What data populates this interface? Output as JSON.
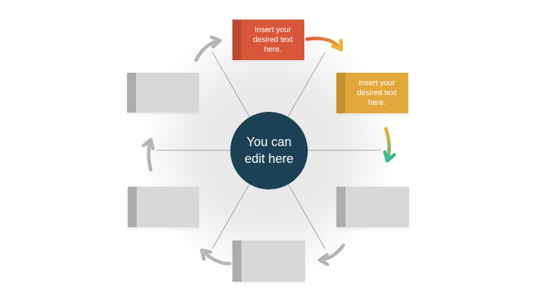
{
  "diagram": {
    "type": "radial-cycle",
    "center": {
      "line1": "You can",
      "line2": "edit here"
    },
    "nodes": [
      {
        "position": "top",
        "label": "Insert your desired text here.",
        "style": "red"
      },
      {
        "position": "upper-right",
        "label": "Insert your desired text here.",
        "style": "yellow"
      },
      {
        "position": "lower-right",
        "label": "",
        "style": "gray-placeholder"
      },
      {
        "position": "bottom",
        "label": "",
        "style": "gray-placeholder"
      },
      {
        "position": "lower-left",
        "label": "",
        "style": "gray-placeholder"
      },
      {
        "position": "upper-left",
        "label": "",
        "style": "gray-placeholder"
      }
    ],
    "arrows": [
      {
        "between": "upper-left to top",
        "direction": "clockwise",
        "color": "gray"
      },
      {
        "between": "top to upper-right",
        "direction": "clockwise",
        "color": "orange-to-yellow"
      },
      {
        "between": "upper-right to lower-right",
        "direction": "clockwise",
        "color": "yellow-to-teal"
      },
      {
        "between": "lower-right to bottom",
        "direction": "clockwise",
        "color": "gray"
      },
      {
        "between": "bottom to lower-left",
        "direction": "clockwise",
        "color": "gray"
      },
      {
        "between": "lower-left to upper-left",
        "direction": "clockwise",
        "color": "gray"
      }
    ],
    "spokes": 6
  },
  "colors": {
    "center_circle": "#1C4154",
    "node_red": "#D8573A",
    "node_red_strip": "#BC4A2E",
    "node_yellow": "#E2A83C",
    "node_yellow_strip": "#C5912E",
    "node_gray": "#D8D8D8",
    "node_gray_strip": "#ACACAC",
    "spoke_line": "#A0A0A0",
    "arrow_gray": "#B5B5B5",
    "arrow_orange": "#D9573A",
    "arrow_yellow": "#ECB23C",
    "arrow_teal": "#3BB891",
    "halo": "#E9E9E9",
    "text": "#FFFFFF"
  }
}
